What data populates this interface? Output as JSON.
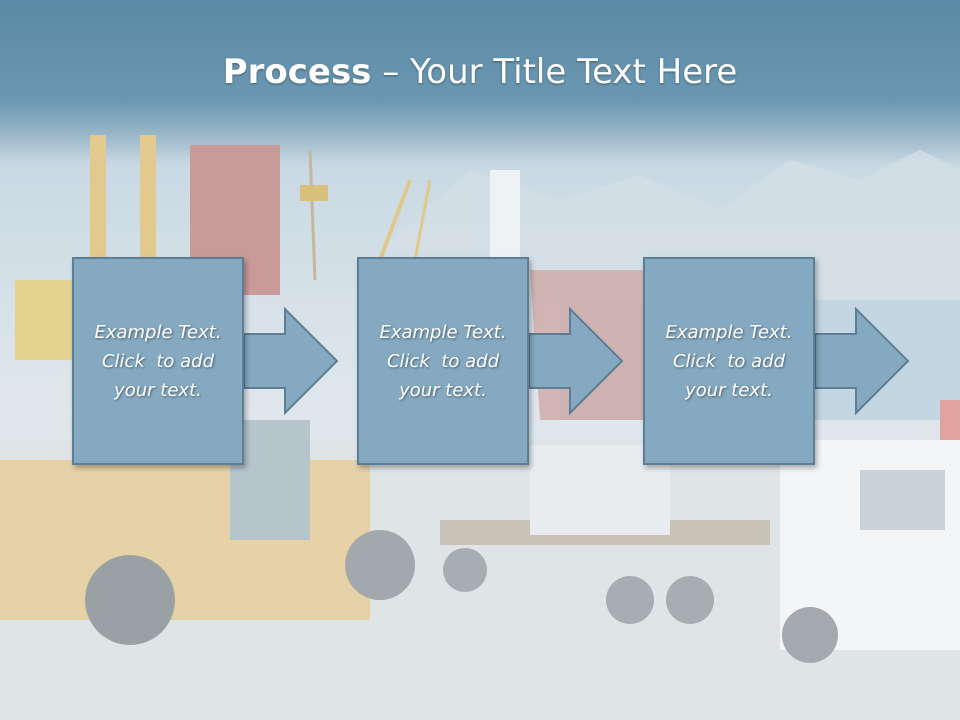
{
  "title": {
    "bold": "Process",
    "rest": " – Your Title Text Here"
  },
  "steps": [
    {
      "line1": "Example Text.",
      "line2": "Click  to add",
      "line3": "your text."
    },
    {
      "line1": "Example Text.",
      "line2": "Click  to add",
      "line3": "your text."
    },
    {
      "line1": "Example Text.",
      "line2": "Click  to add",
      "line3": "your text."
    }
  ],
  "colors": {
    "header": "#5b8aa6",
    "box_fill": "#85a9c0",
    "box_border": "#5d7e94",
    "text": "#ffffff"
  }
}
